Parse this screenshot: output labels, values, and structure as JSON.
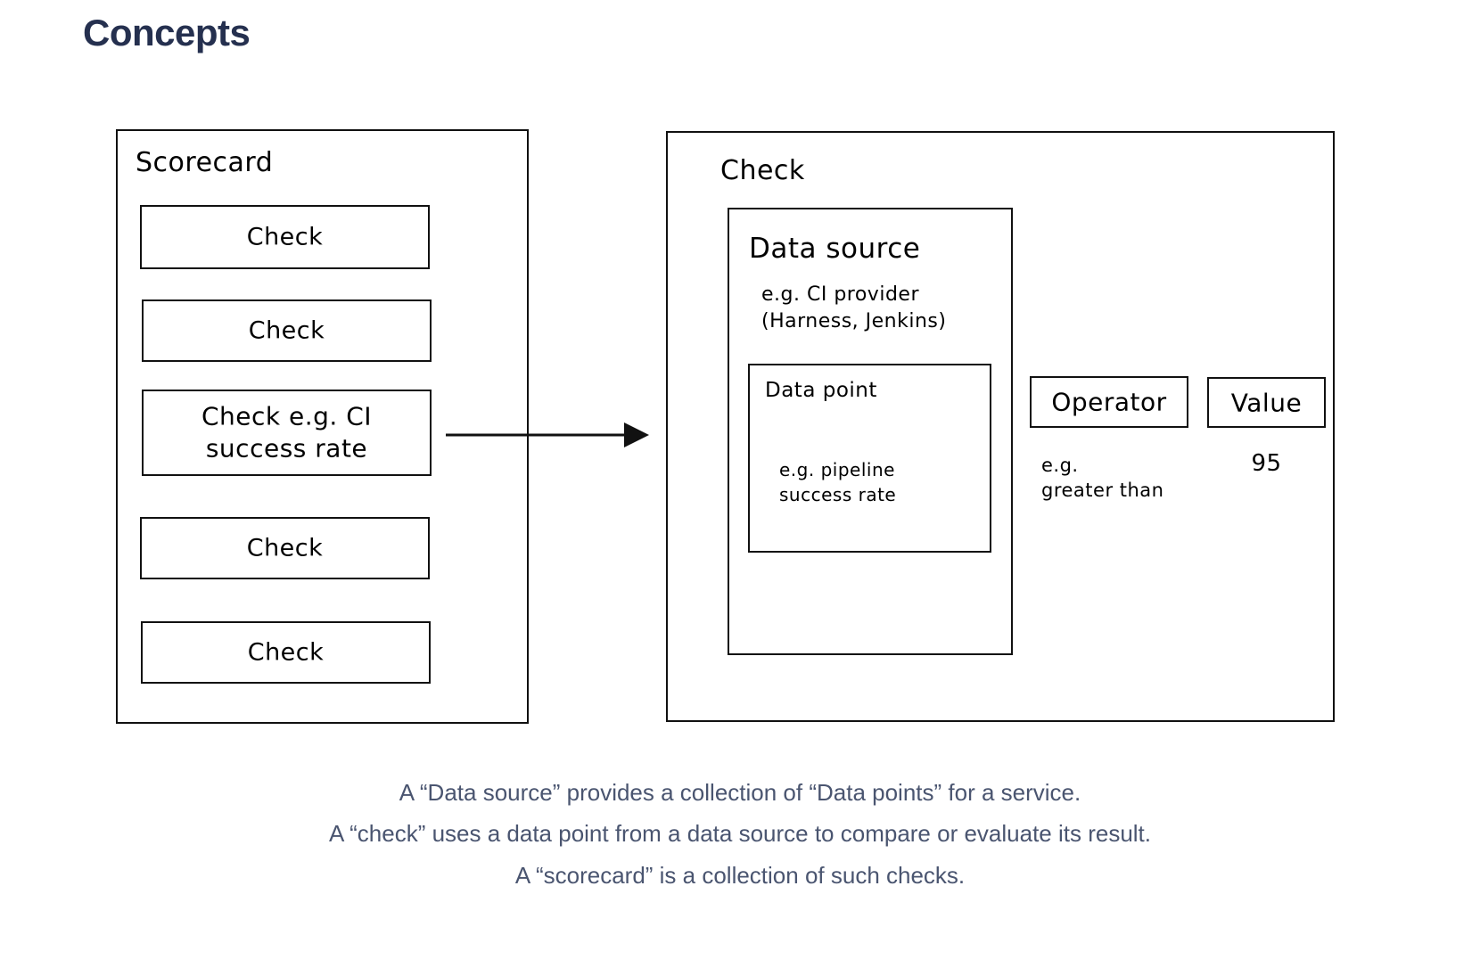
{
  "page": {
    "title": "Concepts",
    "title_color": "#25304f",
    "background": "#ffffff"
  },
  "diagram": {
    "type": "concept-diagram",
    "stroke_color": "#111111",
    "scorecard": {
      "label": "Scorecard",
      "checks": [
        {
          "label": "Check"
        },
        {
          "label": "Check"
        },
        {
          "label": "Check e.g. CI\nsuccess rate"
        },
        {
          "label": "Check"
        },
        {
          "label": "Check"
        }
      ]
    },
    "arrow": {
      "name": "connector-arrow",
      "from": "scorecard-check-item-3",
      "to": "check-detail-box",
      "direction": "right"
    },
    "check_detail": {
      "label": "Check",
      "data_source": {
        "label": "Data source",
        "example": "e.g. CI provider\n(Harness, Jenkins)",
        "data_point": {
          "label": "Data point",
          "example": "e.g. pipeline\nsuccess rate"
        }
      },
      "operator": {
        "label": "Operator",
        "example": "e.g.\ngreater than"
      },
      "value": {
        "label": "Value",
        "example": "95"
      }
    }
  },
  "caption": {
    "color": "#4a5570",
    "lines": [
      "A “Data source” provides a collection of “Data points” for a service.",
      "A “check” uses a data point from a data source to compare or evaluate its result.",
      "A “scorecard” is a collection of such checks."
    ]
  }
}
